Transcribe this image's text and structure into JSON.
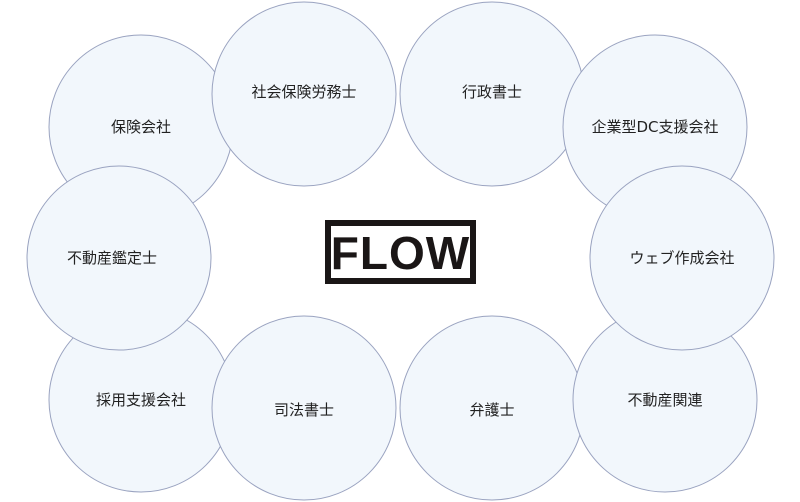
{
  "logo": {
    "text": "FLOW"
  },
  "nodes": [
    {
      "label": "保険会社"
    },
    {
      "label": "社会保険労務士"
    },
    {
      "label": "行政書士"
    },
    {
      "label": "企業型DC支援会社"
    },
    {
      "label": "採用支援会社"
    },
    {
      "label": "不動産鑑定士"
    },
    {
      "label": "司法書士"
    },
    {
      "label": "弁護士"
    },
    {
      "label": "不動産関連"
    },
    {
      "label": "ウェブ作成会社"
    }
  ],
  "colors": {
    "circle_fill": "#f2f7fc",
    "circle_stroke": "#9aa3c0",
    "logo": "#1a1616"
  }
}
